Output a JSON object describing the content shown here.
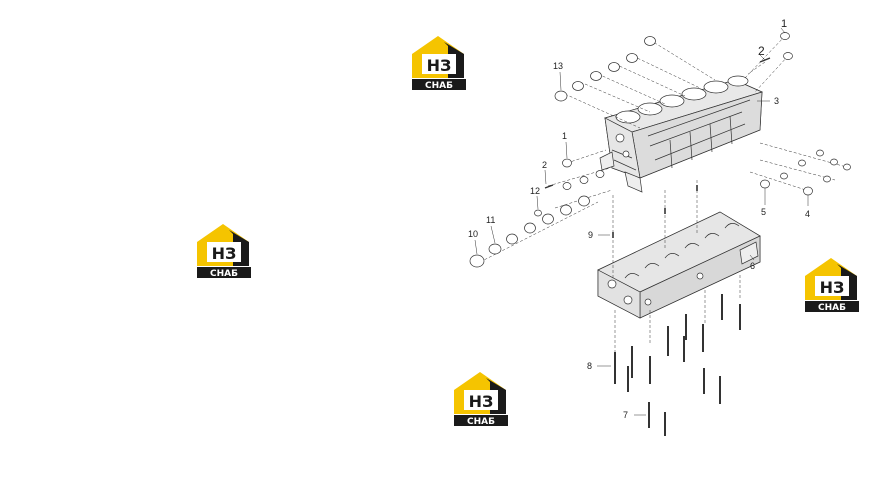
{
  "watermark": {
    "logo_letters": "НЗ",
    "logo_caption": "СНАБ",
    "colors": {
      "roof": "#f5c400",
      "dark": "#1a1a1a",
      "plate": "#ffffff"
    }
  },
  "diagram": {
    "type": "exploded-parts-view",
    "callouts": {
      "c1_top": "1",
      "c2_top": "2",
      "c3": "3",
      "c4": "4",
      "c5": "5",
      "c6": "6",
      "c7": "7",
      "c8": "8",
      "c9": "9",
      "c10": "10",
      "c11": "11",
      "c12": "12",
      "c13": "13",
      "c1_left": "1",
      "c2_left": "2"
    },
    "colors": {
      "line": "#333333",
      "part_fill": "#f4f4f4",
      "shade": "#cfcfcf"
    }
  }
}
